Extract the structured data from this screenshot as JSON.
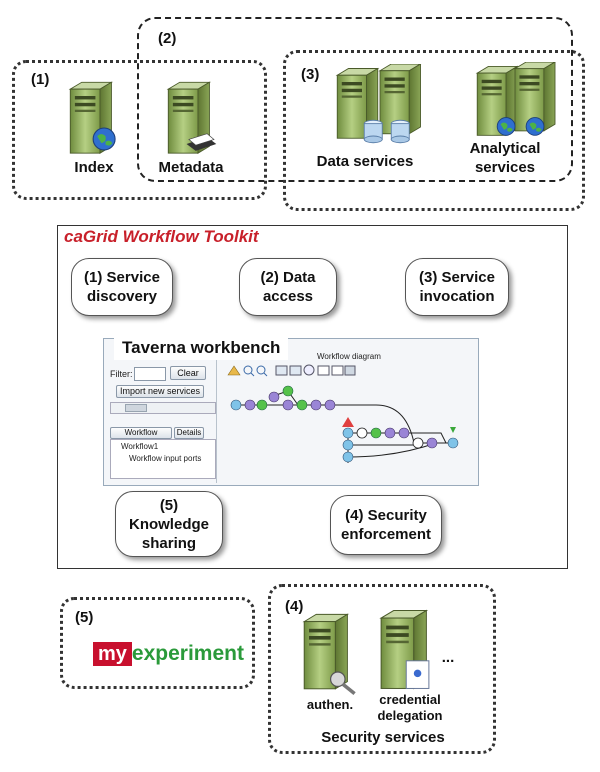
{
  "top": {
    "group1": {
      "number": "(1)",
      "label": "Index"
    },
    "group2": {
      "number": "(2)",
      "label": "Metadata"
    },
    "group3": {
      "number": "(3)",
      "data_label": "Data services",
      "analytical_label": "Analytical services"
    }
  },
  "toolkit": {
    "title": "caGrid Workflow Toolkit",
    "service_discovery": "(1) Service\ndiscovery",
    "data_access": "(2) Data\naccess",
    "service_invocation": "(3) Service\ninvocation",
    "knowledge_sharing": "(5)\nKnowledge\nsharing",
    "security_enforcement": "(4) Security\nenforcement"
  },
  "taverna": {
    "title": "Taverna workbench",
    "diagram_tab": "Workflow diagram",
    "filter_label": "Filter:",
    "clear_button": "Clear",
    "import_button": "Import new services",
    "explorer_tab": "Workflow explorer",
    "details_tab": "Details",
    "tree_item_1": "Workflow1",
    "tree_item_2": "Workflow input ports"
  },
  "bottom": {
    "group5": {
      "number": "(5)",
      "logo_my": "my",
      "logo_experiment": "experiment"
    },
    "group4": {
      "number": "(4)",
      "authen_label": "authen.",
      "cred_label": "credential\ndelegation",
      "ellipsis": "...",
      "title": "Security services"
    }
  },
  "colors": {
    "title_red": "#c8202a",
    "server_green": "#9ab86a",
    "node_purple": "#9a85d6",
    "node_blue": "#7fc3e8",
    "node_green": "#55c24a"
  }
}
